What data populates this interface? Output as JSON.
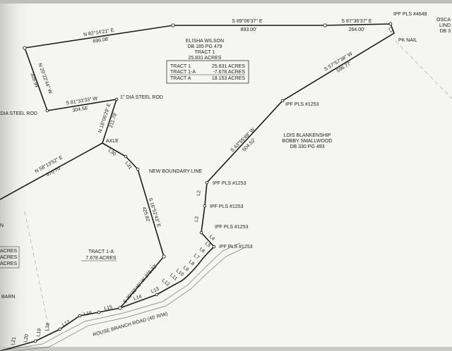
{
  "owners": {
    "wilson": [
      "ELISHA WILSON",
      "DB 185 PG 479",
      "TRACT 1",
      "25.831 ACRES"
    ],
    "blankenship": [
      "LOIS BLANKENSHIP",
      "BOBBY SMALLWOOD",
      "DB 330 PG 493"
    ],
    "oscar_partial": [
      "OSCA",
      "LIND",
      "DB 3"
    ]
  },
  "acreage_table": [
    {
      "tract": "TRACT 1",
      "acres": "25.831 ACRES"
    },
    {
      "tract": "TRACT 1-A",
      "acres": "-7.678 ACRES"
    },
    {
      "tract": "TRACT A",
      "acres": "18.153 ACRES"
    }
  ],
  "tract_1a": {
    "name": "TRACT 1-A",
    "acres": "7.678 ACRES"
  },
  "bearings": {
    "n82": {
      "bearing": "N 82°14'21\" E",
      "dist": "696.08'"
    },
    "s89": {
      "bearing": "S 89°06'37\" E",
      "dist": "893.00'"
    },
    "s87": {
      "bearing": "S 87°36'37\" E",
      "dist": "264.00'"
    },
    "s57": {
      "bearing": "S 57°57'38\" W",
      "dist": "596.77'"
    },
    "s43": {
      "bearing": "S 43°55'49\" W",
      "dist": "504.52'"
    },
    "n20": {
      "bearing": "N 20°22'44\" W",
      "dist": "309.94'"
    },
    "s81": {
      "bearing": "S 81°33'33\" W",
      "dist": "304.56'"
    },
    "n18": {
      "bearing": "N 18°06'29\" E",
      "dist": "211.78'"
    },
    "n58": {
      "bearing": "N 58°13'52\" E",
      "dist": "470.70'"
    },
    "s16": {
      "bearing": "S 16°52'43\" E",
      "dist": "425.82'"
    },
    "s39": {
      "bearing": "S 39°32'45\" W",
      "dist": "278.32'"
    }
  },
  "monuments": {
    "ipf4648": "IPF PLS #4648",
    "pknail": "PK NAIL",
    "ipf1253": "IPF PLS #1253",
    "steelrod": "1\" DIA STEEL ROD",
    "axle": "AXLE",
    "newline": "NEW BOUNDARY LINE"
  },
  "line_labels": [
    "L1",
    "L2",
    "L3",
    "L4",
    "L5",
    "L6",
    "L7",
    "L8",
    "L9",
    "L10",
    "L11",
    "L12",
    "L13",
    "L14",
    "L15",
    "L16",
    "L17",
    "L18",
    "L19",
    "L20",
    "L21",
    "L30",
    "L31"
  ],
  "road": "ROUSE BRANCH ROAD (40' R/W)",
  "left_margin": {
    "acres": [
      "ACRES",
      "ACRES",
      "ACRES"
    ],
    "n": "N",
    "barn": "BARN"
  }
}
